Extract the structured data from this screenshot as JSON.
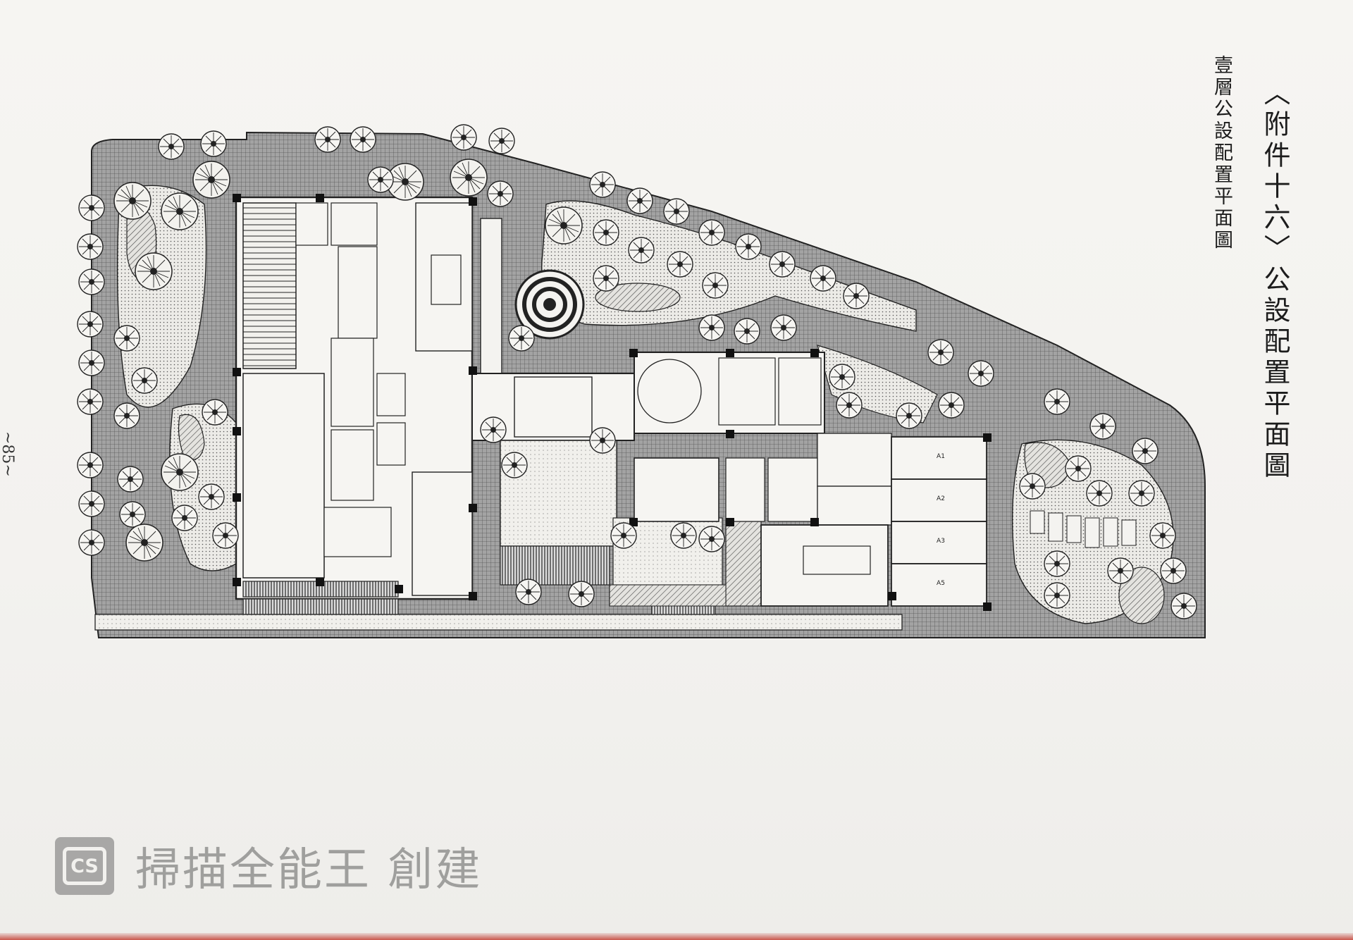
{
  "document": {
    "title": "〈附件十六〉公設配置平面圖",
    "subtitle": "壹層公設配置平面圖",
    "page_number": "~85~"
  },
  "units": [
    {
      "label": "A1"
    },
    {
      "label": "A2"
    },
    {
      "label": "A3"
    },
    {
      "label": "A5"
    }
  ],
  "watermark": {
    "logo": "CS",
    "text": "掃描全能王 創建",
    "logo_color": "#7d7d7d"
  },
  "colors": {
    "paper": "#f4f3f0",
    "ink": "#1c1c1c",
    "paving": "#9c9c9c",
    "edge_red": "#c9574c"
  }
}
